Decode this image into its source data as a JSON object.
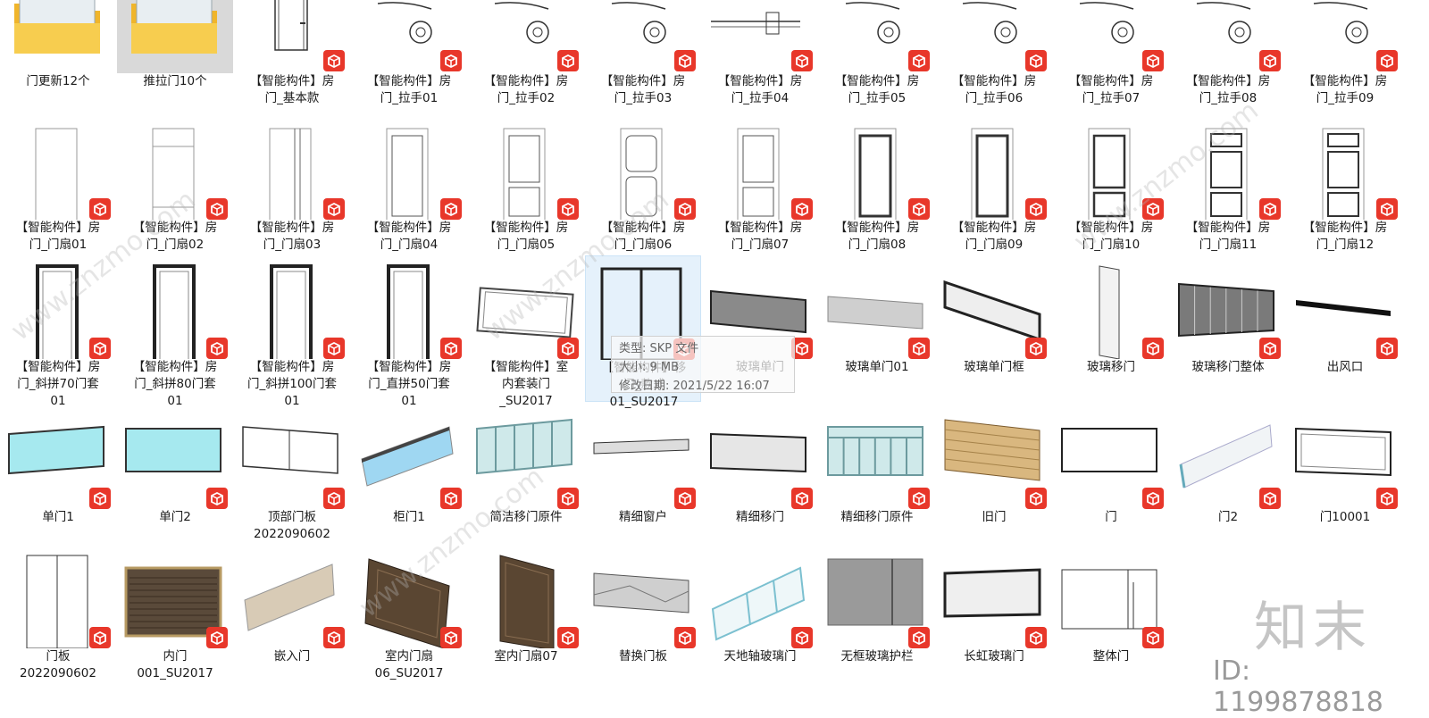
{
  "items": [
    {
      "label": "门更新12个",
      "kind": "folder"
    },
    {
      "label": "推拉门10个",
      "kind": "folder",
      "selected": true
    },
    {
      "label": "【智能构件】房\n门_基本款",
      "kind": "door_handle"
    },
    {
      "label": "【智能构件】房\n门_拉手01",
      "kind": "handle"
    },
    {
      "label": "【智能构件】房\n门_拉手02",
      "kind": "handle"
    },
    {
      "label": "【智能构件】房\n门_拉手03",
      "kind": "handle"
    },
    {
      "label": "【智能构件】房\n门_拉手04",
      "kind": "handle_bar"
    },
    {
      "label": "【智能构件】房\n门_拉手05",
      "kind": "handle"
    },
    {
      "label": "【智能构件】房\n门_拉手06",
      "kind": "handle"
    },
    {
      "label": "【智能构件】房\n门_拉手07",
      "kind": "handle"
    },
    {
      "label": "【智能构件】房\n门_拉手08",
      "kind": "handle"
    },
    {
      "label": "【智能构件】房\n门_拉手09",
      "kind": "handle"
    },
    {
      "label": "【智能构件】房\n门_门扇01",
      "kind": "leaf_plain"
    },
    {
      "label": "【智能构件】房\n门_门扇02",
      "kind": "leaf_bands"
    },
    {
      "label": "【智能构件】房\n门_门扇03",
      "kind": "leaf_lines"
    },
    {
      "label": "【智能构件】房\n门_门扇04",
      "kind": "leaf_one_panel"
    },
    {
      "label": "【智能构件】房\n门_门扇05",
      "kind": "leaf_two_panel"
    },
    {
      "label": "【智能构件】房\n门_门扇06",
      "kind": "leaf_ornate"
    },
    {
      "label": "【智能构件】房\n门_门扇07",
      "kind": "leaf_two_panel"
    },
    {
      "label": "【智能构件】房\n门_门扇08",
      "kind": "leaf_one_panel_bold"
    },
    {
      "label": "【智能构件】房\n门_门扇09",
      "kind": "leaf_one_panel_bold"
    },
    {
      "label": "【智能构件】房\n门_门扇10",
      "kind": "leaf_two_panel_bold"
    },
    {
      "label": "【智能构件】房\n门_门扇11",
      "kind": "leaf_three_panel"
    },
    {
      "label": "【智能构件】房\n门_门扇12",
      "kind": "leaf_three_panel"
    },
    {
      "label": "【智能构件】房\n门_斜拼70门套\n01",
      "kind": "frame"
    },
    {
      "label": "【智能构件】房\n门_斜拼80门套\n01",
      "kind": "frame"
    },
    {
      "label": "【智能构件】房\n门_斜拼100门套\n01",
      "kind": "frame"
    },
    {
      "label": "【智能构件】房\n门_直拼50门套\n01",
      "kind": "frame"
    },
    {
      "label": "【智能构件】室\n内套装门\n_SU2017",
      "kind": "flat_frame"
    },
    {
      "label": "【智能构件】移\n门_款式\n01_SU2017",
      "kind": "slide_frame",
      "hover": true
    },
    {
      "label": "玻璃单门",
      "kind": "gray_slab"
    },
    {
      "label": "玻璃单门01",
      "kind": "light_slab"
    },
    {
      "label": "玻璃单门框",
      "kind": "frame_slab"
    },
    {
      "label": "玻璃移门",
      "kind": "tall_slab"
    },
    {
      "label": "玻璃移门整体",
      "kind": "multi_panel"
    },
    {
      "label": "出风口",
      "kind": "thin_bar"
    },
    {
      "label": "单门1",
      "kind": "cyan_slab"
    },
    {
      "label": "单门2",
      "kind": "cyan_slab2"
    },
    {
      "label": "顶部门板\n2022090602",
      "kind": "white_double"
    },
    {
      "label": "柜门1",
      "kind": "blue_diag"
    },
    {
      "label": "简洁移门原件",
      "kind": "green_multi"
    },
    {
      "label": "精细窗户",
      "kind": "thin_slab"
    },
    {
      "label": "精细移门",
      "kind": "gray_frame"
    },
    {
      "label": "精细移门原件",
      "kind": "green_multi2"
    },
    {
      "label": "旧门",
      "kind": "wood_slab"
    },
    {
      "label": "门",
      "kind": "white_slab"
    },
    {
      "label": "门2",
      "kind": "white_diag"
    },
    {
      "label": "门10001",
      "kind": "white_slab2"
    },
    {
      "label": "门板\n2022090602",
      "kind": "white_tall_double"
    },
    {
      "label": "内门\n001_SU2017",
      "kind": "dark_wood"
    },
    {
      "label": "嵌入门",
      "kind": "beige_diag"
    },
    {
      "label": "室内门扇\n06_SU2017",
      "kind": "brown_diag"
    },
    {
      "label": "室内门扇07",
      "kind": "brown_leaf"
    },
    {
      "label": "替换门板",
      "kind": "gray_strip"
    },
    {
      "label": "天地轴玻璃门",
      "kind": "glass_diag"
    },
    {
      "label": "无框玻璃护栏",
      "kind": "gray_glass"
    },
    {
      "label": "长虹玻璃门",
      "kind": "long_glass"
    },
    {
      "label": "整体门",
      "kind": "white_combo"
    }
  ],
  "tooltip": {
    "line1": "类型: SKP 文件",
    "line2": "大小: 9 MB",
    "line3": "修改日期: 2021/5/22 16:07"
  },
  "watermark": {
    "text": "www.znzmo.com",
    "brand": "知末",
    "id_label": "ID: 1199878818"
  },
  "colors": {
    "badge_red": "#e8372a",
    "folder_yellow": "#f5c342",
    "selected_bg": "#d9d9d9",
    "hover_bg": "#e5f1fb"
  },
  "icon_names": {
    "badge": "sketchup-file-icon",
    "folder": "folder-icon"
  }
}
